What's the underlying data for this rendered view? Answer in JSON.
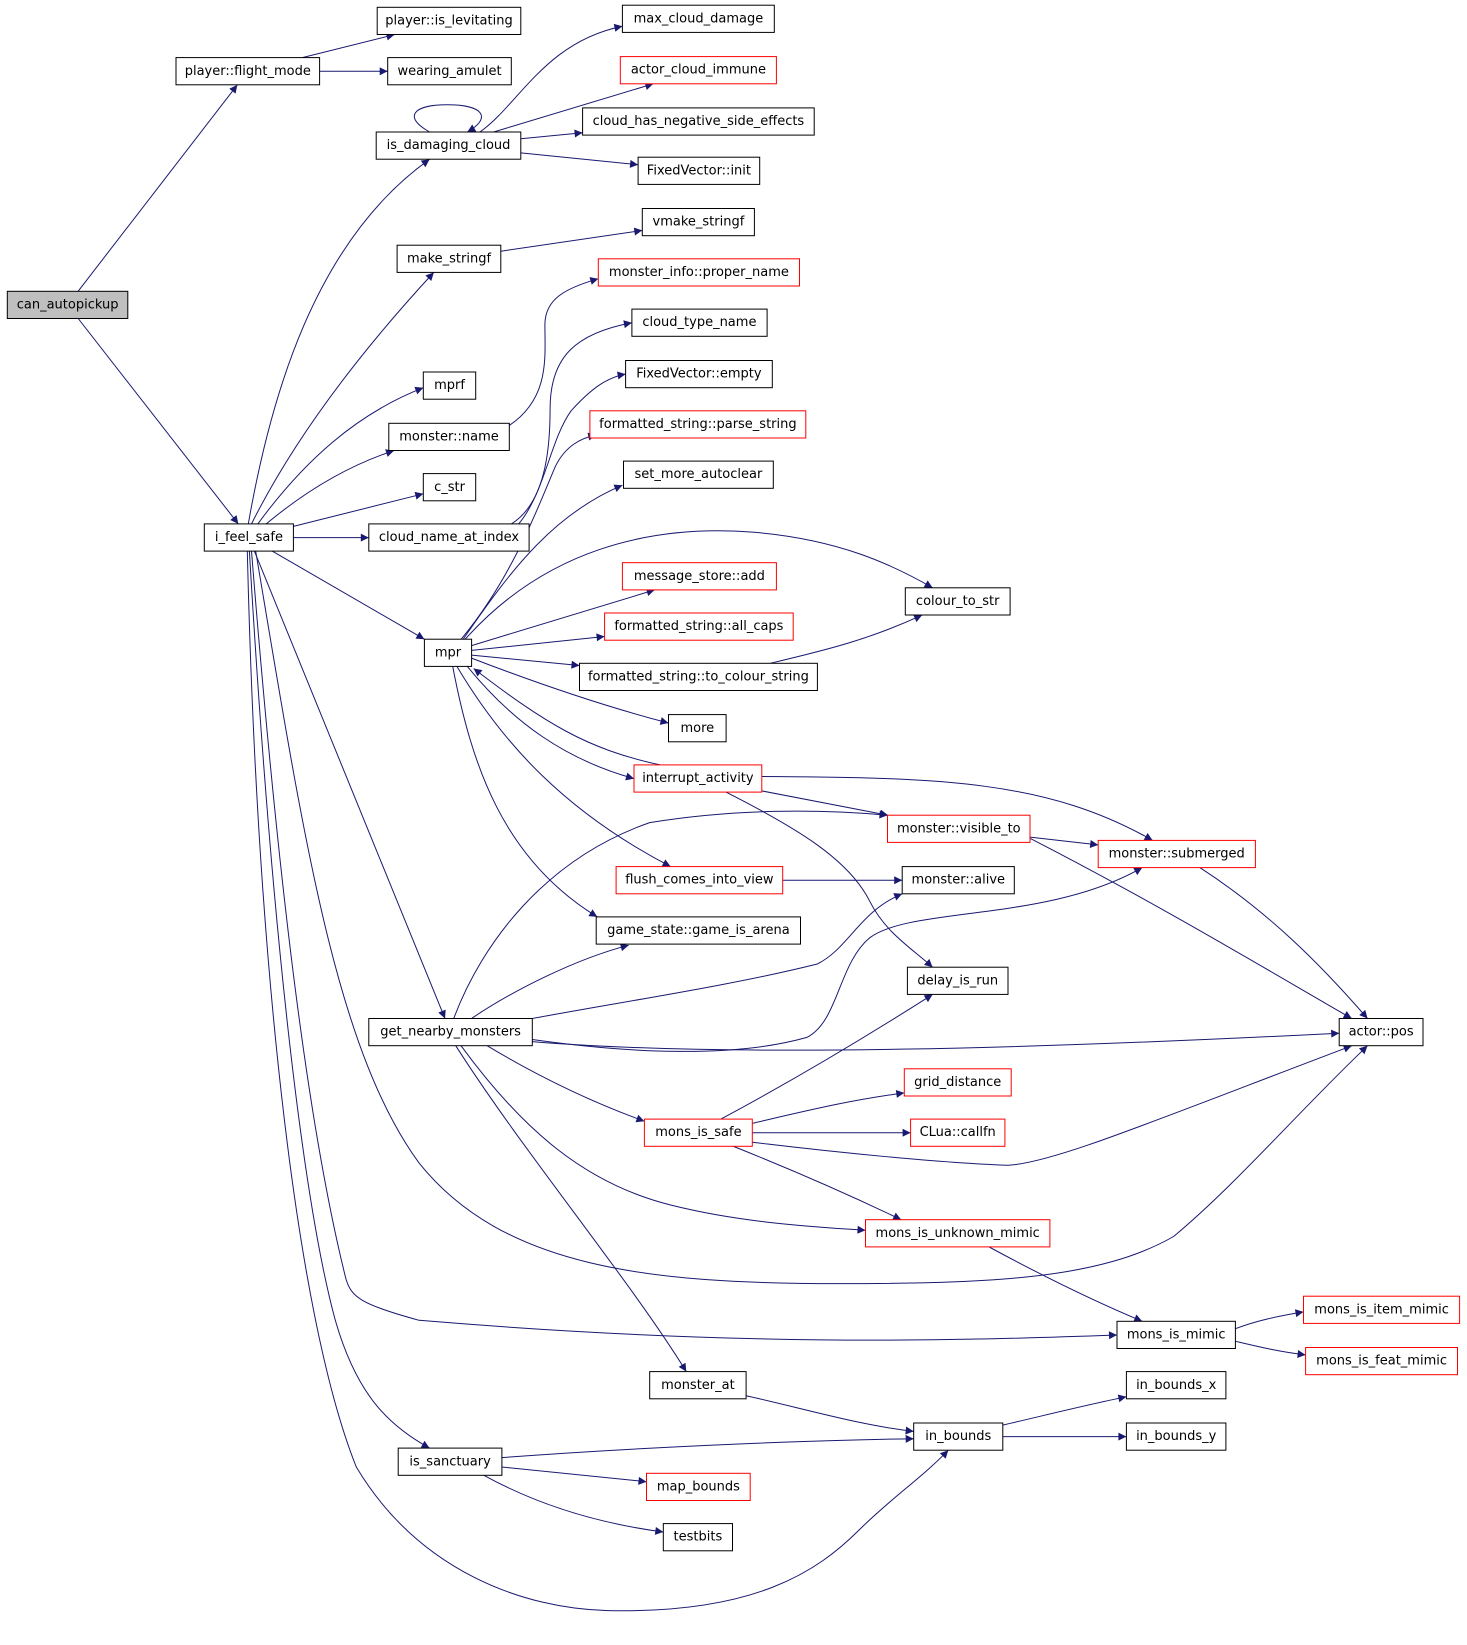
{
  "diagram": {
    "title": "",
    "colors": {
      "edge": "#191970",
      "border_default": "#000000",
      "border_truncated": "#ff0000",
      "root_fill": "#bfbfbf"
    },
    "nodes": [
      {
        "id": "can_autopickup",
        "label": "can_autopickup",
        "style": "root"
      },
      {
        "id": "player_flight_mode",
        "label": "player::flight_mode",
        "style": "normal"
      },
      {
        "id": "player_is_levitating",
        "label": "player::is_levitating",
        "style": "normal"
      },
      {
        "id": "wearing_amulet",
        "label": "wearing_amulet",
        "style": "normal"
      },
      {
        "id": "is_damaging_cloud",
        "label": "is_damaging_cloud",
        "style": "normal"
      },
      {
        "id": "max_cloud_damage",
        "label": "max_cloud_damage",
        "style": "normal"
      },
      {
        "id": "actor_cloud_immune",
        "label": "actor_cloud_immune",
        "style": "red"
      },
      {
        "id": "cloud_has_negative_side_effects",
        "label": "cloud_has_negative_side_effects",
        "style": "normal"
      },
      {
        "id": "fixedvector_init",
        "label": "FixedVector::init",
        "style": "normal"
      },
      {
        "id": "make_stringf",
        "label": "make_stringf",
        "style": "normal"
      },
      {
        "id": "vmake_stringf",
        "label": "vmake_stringf",
        "style": "normal"
      },
      {
        "id": "monster_info_proper_name",
        "label": "monster_info::proper_name",
        "style": "red"
      },
      {
        "id": "cloud_type_name",
        "label": "cloud_type_name",
        "style": "normal"
      },
      {
        "id": "fixedvector_empty",
        "label": "FixedVector::empty",
        "style": "normal"
      },
      {
        "id": "mprf",
        "label": "mprf",
        "style": "normal"
      },
      {
        "id": "formatted_string_parse_string",
        "label": "formatted_string::parse_string",
        "style": "red"
      },
      {
        "id": "monster_name",
        "label": "monster::name",
        "style": "normal"
      },
      {
        "id": "set_more_autoclear",
        "label": "set_more_autoclear",
        "style": "normal"
      },
      {
        "id": "c_str",
        "label": "c_str",
        "style": "normal"
      },
      {
        "id": "i_feel_safe",
        "label": "i_feel_safe",
        "style": "normal"
      },
      {
        "id": "cloud_name_at_index",
        "label": "cloud_name_at_index",
        "style": "normal"
      },
      {
        "id": "message_store_add",
        "label": "message_store::add",
        "style": "red"
      },
      {
        "id": "colour_to_str",
        "label": "colour_to_str",
        "style": "normal"
      },
      {
        "id": "formatted_string_all_caps",
        "label": "formatted_string::all_caps",
        "style": "red"
      },
      {
        "id": "mpr",
        "label": "mpr",
        "style": "normal"
      },
      {
        "id": "formatted_string_to_colour_string",
        "label": "formatted_string::to_colour_string",
        "style": "normal"
      },
      {
        "id": "more",
        "label": "more",
        "style": "normal"
      },
      {
        "id": "interrupt_activity",
        "label": "interrupt_activity",
        "style": "red"
      },
      {
        "id": "monster_visible_to",
        "label": "monster::visible_to",
        "style": "red"
      },
      {
        "id": "monster_submerged",
        "label": "monster::submerged",
        "style": "red"
      },
      {
        "id": "flush_comes_into_view",
        "label": "flush_comes_into_view",
        "style": "red"
      },
      {
        "id": "monster_alive",
        "label": "monster::alive",
        "style": "normal"
      },
      {
        "id": "game_state_game_is_arena",
        "label": "game_state::game_is_arena",
        "style": "normal"
      },
      {
        "id": "delay_is_run",
        "label": "delay_is_run",
        "style": "normal"
      },
      {
        "id": "get_nearby_monsters",
        "label": "get_nearby_monsters",
        "style": "normal"
      },
      {
        "id": "actor_pos",
        "label": "actor::pos",
        "style": "normal"
      },
      {
        "id": "grid_distance",
        "label": "grid_distance",
        "style": "red"
      },
      {
        "id": "mons_is_safe",
        "label": "mons_is_safe",
        "style": "red"
      },
      {
        "id": "clua_callfn",
        "label": "CLua::callfn",
        "style": "red"
      },
      {
        "id": "mons_is_unknown_mimic",
        "label": "mons_is_unknown_mimic",
        "style": "red"
      },
      {
        "id": "mons_is_item_mimic",
        "label": "mons_is_item_mimic",
        "style": "red"
      },
      {
        "id": "mons_is_mimic",
        "label": "mons_is_mimic",
        "style": "normal"
      },
      {
        "id": "mons_is_feat_mimic",
        "label": "mons_is_feat_mimic",
        "style": "red"
      },
      {
        "id": "monster_at",
        "label": "monster_at",
        "style": "normal"
      },
      {
        "id": "in_bounds_x",
        "label": "in_bounds_x",
        "style": "normal"
      },
      {
        "id": "in_bounds",
        "label": "in_bounds",
        "style": "normal"
      },
      {
        "id": "in_bounds_y",
        "label": "in_bounds_y",
        "style": "normal"
      },
      {
        "id": "is_sanctuary",
        "label": "is_sanctuary",
        "style": "normal"
      },
      {
        "id": "map_bounds",
        "label": "map_bounds",
        "style": "red"
      },
      {
        "id": "testbits",
        "label": "testbits",
        "style": "normal"
      }
    ],
    "edges": [
      [
        "can_autopickup",
        "player_flight_mode"
      ],
      [
        "can_autopickup",
        "i_feel_safe"
      ],
      [
        "player_flight_mode",
        "player_is_levitating"
      ],
      [
        "player_flight_mode",
        "wearing_amulet"
      ],
      [
        "is_damaging_cloud",
        "is_damaging_cloud"
      ],
      [
        "is_damaging_cloud",
        "max_cloud_damage"
      ],
      [
        "is_damaging_cloud",
        "actor_cloud_immune"
      ],
      [
        "is_damaging_cloud",
        "cloud_has_negative_side_effects"
      ],
      [
        "is_damaging_cloud",
        "fixedvector_init"
      ],
      [
        "make_stringf",
        "vmake_stringf"
      ],
      [
        "monster_name",
        "monster_info_proper_name"
      ],
      [
        "i_feel_safe",
        "is_damaging_cloud"
      ],
      [
        "i_feel_safe",
        "make_stringf"
      ],
      [
        "i_feel_safe",
        "mprf"
      ],
      [
        "i_feel_safe",
        "monster_name"
      ],
      [
        "i_feel_safe",
        "c_str"
      ],
      [
        "i_feel_safe",
        "cloud_name_at_index"
      ],
      [
        "i_feel_safe",
        "mpr"
      ],
      [
        "i_feel_safe",
        "get_nearby_monsters"
      ],
      [
        "i_feel_safe",
        "actor_pos"
      ],
      [
        "i_feel_safe",
        "mons_is_mimic"
      ],
      [
        "i_feel_safe",
        "is_sanctuary"
      ],
      [
        "i_feel_safe",
        "in_bounds"
      ],
      [
        "cloud_name_at_index",
        "cloud_type_name"
      ],
      [
        "cloud_name_at_index",
        "fixedvector_empty"
      ],
      [
        "mpr",
        "formatted_string_parse_string"
      ],
      [
        "mpr",
        "set_more_autoclear"
      ],
      [
        "mpr",
        "colour_to_str"
      ],
      [
        "mpr",
        "message_store_add"
      ],
      [
        "mpr",
        "formatted_string_all_caps"
      ],
      [
        "mpr",
        "formatted_string_to_colour_string"
      ],
      [
        "mpr",
        "more"
      ],
      [
        "mpr",
        "interrupt_activity"
      ],
      [
        "mpr",
        "flush_comes_into_view"
      ],
      [
        "mpr",
        "game_state_game_is_arena"
      ],
      [
        "formatted_string_to_colour_string",
        "colour_to_str"
      ],
      [
        "interrupt_activity",
        "mpr"
      ],
      [
        "interrupt_activity",
        "monster_visible_to"
      ],
      [
        "interrupt_activity",
        "monster_submerged"
      ],
      [
        "interrupt_activity",
        "delay_is_run"
      ],
      [
        "monster_visible_to",
        "monster_submerged"
      ],
      [
        "monster_visible_to",
        "actor_pos"
      ],
      [
        "monster_submerged",
        "actor_pos"
      ],
      [
        "flush_comes_into_view",
        "monster_alive"
      ],
      [
        "get_nearby_monsters",
        "monster_visible_to"
      ],
      [
        "get_nearby_monsters",
        "game_state_game_is_arena"
      ],
      [
        "get_nearby_monsters",
        "monster_alive"
      ],
      [
        "get_nearby_monsters",
        "monster_submerged"
      ],
      [
        "get_nearby_monsters",
        "actor_pos"
      ],
      [
        "get_nearby_monsters",
        "mons_is_safe"
      ],
      [
        "get_nearby_monsters",
        "mons_is_unknown_mimic"
      ],
      [
        "get_nearby_monsters",
        "monster_at"
      ],
      [
        "mons_is_safe",
        "delay_is_run"
      ],
      [
        "mons_is_safe",
        "grid_distance"
      ],
      [
        "mons_is_safe",
        "clua_callfn"
      ],
      [
        "mons_is_safe",
        "actor_pos"
      ],
      [
        "mons_is_safe",
        "mons_is_unknown_mimic"
      ],
      [
        "mons_is_unknown_mimic",
        "mons_is_mimic"
      ],
      [
        "mons_is_mimic",
        "mons_is_item_mimic"
      ],
      [
        "mons_is_mimic",
        "mons_is_feat_mimic"
      ],
      [
        "monster_at",
        "in_bounds"
      ],
      [
        "in_bounds",
        "in_bounds_x"
      ],
      [
        "in_bounds",
        "in_bounds_y"
      ],
      [
        "is_sanctuary",
        "in_bounds"
      ],
      [
        "is_sanctuary",
        "map_bounds"
      ],
      [
        "is_sanctuary",
        "testbits"
      ]
    ]
  }
}
